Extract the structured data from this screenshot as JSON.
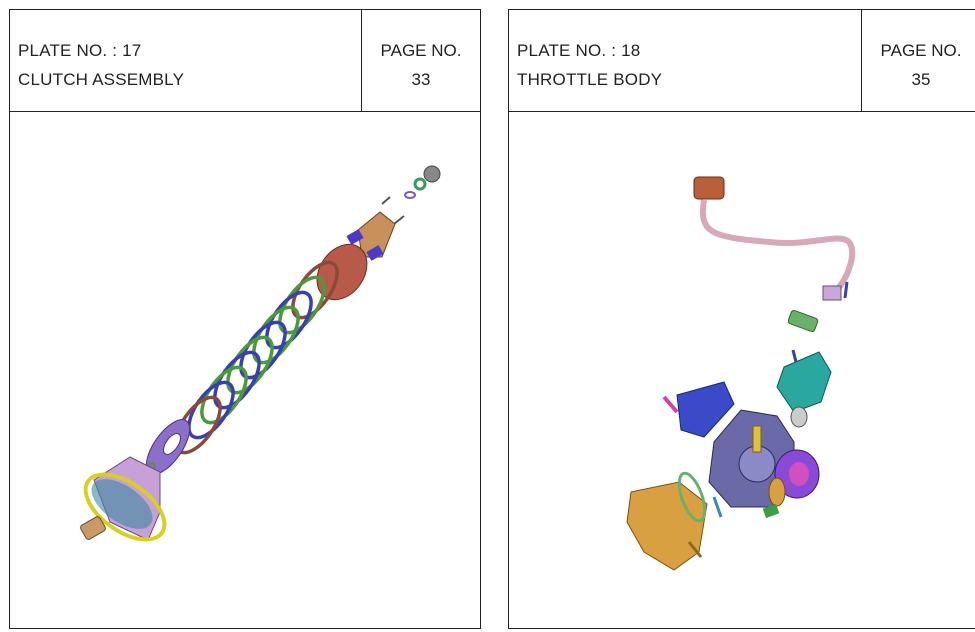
{
  "plates": [
    {
      "plate_no": "PLATE NO. : 17",
      "name": "CLUTCH ASSEMBLY",
      "page_label": "PAGE NO.",
      "page_no": "33",
      "illustration_icon": "clutch-assembly-exploded-view"
    },
    {
      "plate_no": "PLATE NO. : 18",
      "name": "THROTTLE BODY",
      "page_label": "PAGE NO.",
      "page_no": "35",
      "illustration_icon": "throttle-body-exploded-view"
    }
  ],
  "colors": {
    "border": "#222222",
    "green": "#4a9a3a",
    "blue": "#3a3fb0",
    "brown": "#8a4a3a",
    "purple": "#8a70c8",
    "gold": "#c8983a"
  }
}
